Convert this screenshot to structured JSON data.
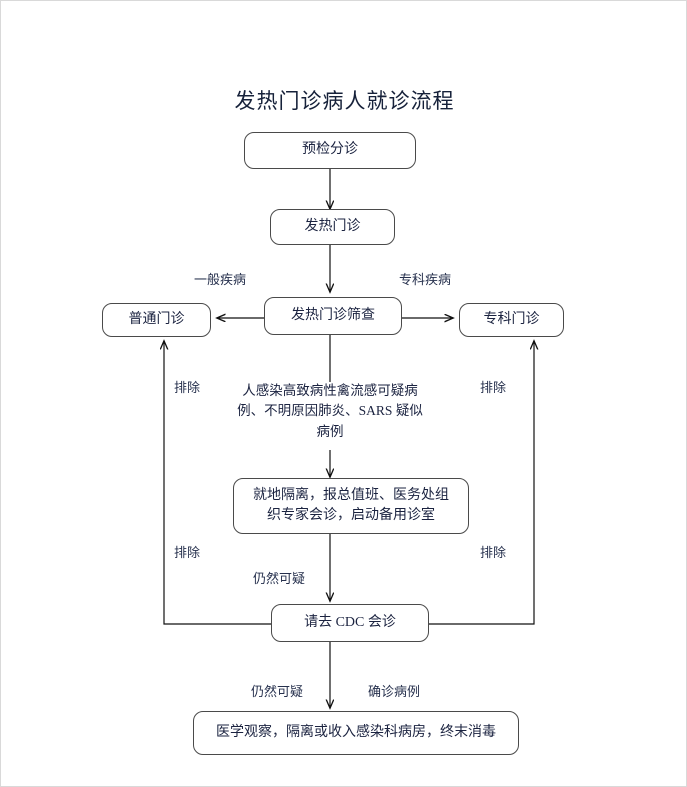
{
  "page": {
    "title": "发热门诊病人就诊流程",
    "background": "#ffffff",
    "border_color": "#d9d9d9",
    "node_border_color": "#4a4a4a",
    "text_color": "#1b2340"
  },
  "nodes": {
    "triage": "预检分诊",
    "fever_clinic": "发热门诊",
    "fever_screening": "发热门诊筛查",
    "general_clinic": "普通门诊",
    "specialist_clinic": "专科门诊",
    "isolation": "就地隔离，报总值班、医务处组织专家会诊，启动备用诊室",
    "cdc": "请去 CDC 会诊",
    "final": "医学观察，隔离或收入感染科病房，终末消毒"
  },
  "free_text": {
    "suspect_cases_line1": "人感染高致病性禽流感可疑病",
    "suspect_cases_line2": "例、不明原因肺炎、SARS 疑似",
    "suspect_cases_line3": "病例"
  },
  "edge_labels": {
    "general_disease": "一般疾病",
    "specialist_disease": "专科疾病",
    "exclude_left_upper": "排除",
    "exclude_left_lower": "排除",
    "exclude_right_upper": "排除",
    "exclude_right_lower": "排除",
    "still_suspect_upper": "仍然可疑",
    "still_suspect_lower": "仍然可疑",
    "confirmed_case": "确诊病例"
  }
}
